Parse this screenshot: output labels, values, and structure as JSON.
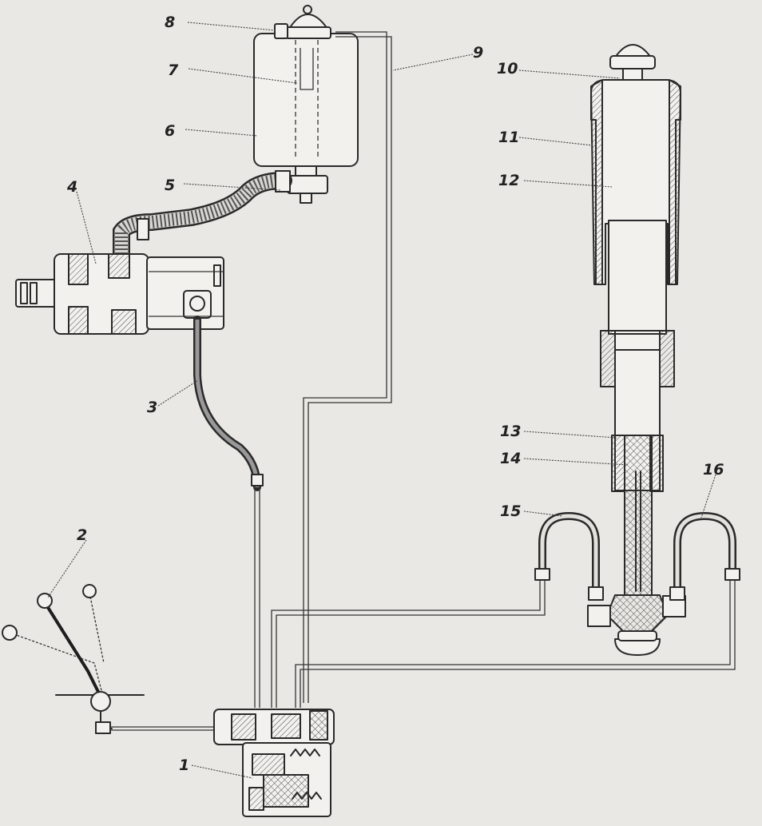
{
  "diagram": {
    "callouts": [
      {
        "id": "1",
        "label": "1"
      },
      {
        "id": "2",
        "label": "2"
      },
      {
        "id": "3",
        "label": "3"
      },
      {
        "id": "4",
        "label": "4"
      },
      {
        "id": "5",
        "label": "5"
      },
      {
        "id": "6",
        "label": "6"
      },
      {
        "id": "7",
        "label": "7"
      },
      {
        "id": "8",
        "label": "8"
      },
      {
        "id": "9",
        "label": "9"
      },
      {
        "id": "10",
        "label": "10"
      },
      {
        "id": "11",
        "label": "11"
      },
      {
        "id": "12",
        "label": "12"
      },
      {
        "id": "13",
        "label": "13"
      },
      {
        "id": "14",
        "label": "14"
      },
      {
        "id": "15",
        "label": "15"
      },
      {
        "id": "16",
        "label": "16"
      }
    ]
  },
  "colors": {
    "paper": "#e9e8e4",
    "ink": "#2a2a2a"
  }
}
